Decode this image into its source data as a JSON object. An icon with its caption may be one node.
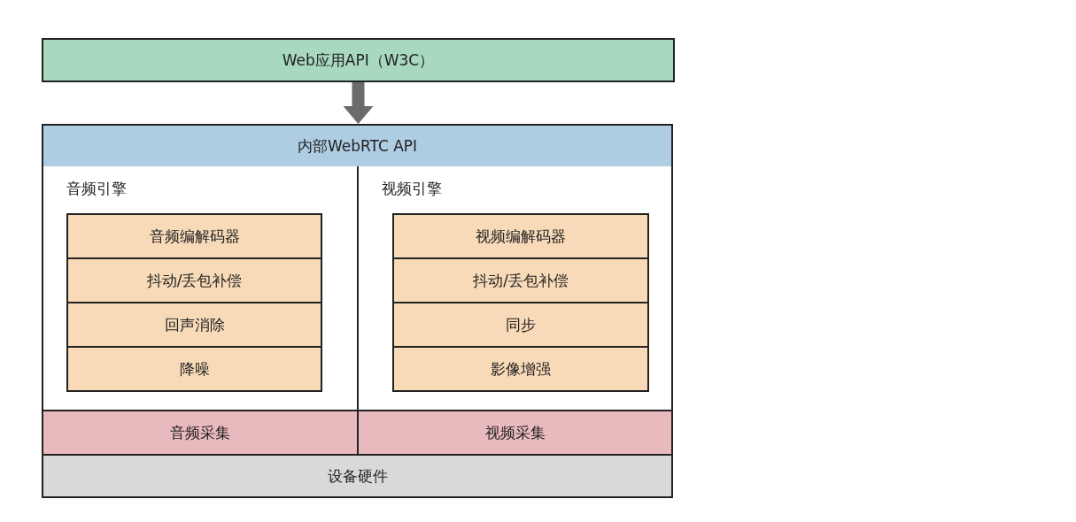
{
  "diagram": {
    "nodes": [
      {
        "text": [
          "Web应用API（W3C）"
        ]
      },
      {
        "text": [],
        "shape": "box"
      },
      {
        "text": [
          "内部WebRTC API"
        ],
        "in": 1
      },
      {
        "text": [
          "音频引擎"
        ],
        "in": 1
      },
      {
        "text": [
          "音频编解码器"
        ],
        "in": 3
      },
      {
        "text": [
          "抖动/丢包补偿"
        ],
        "in": 3
      },
      {
        "text": [
          "回声消除"
        ],
        "in": 3
      },
      {
        "text": [
          "降噪"
        ],
        "in": 3
      },
      {
        "text": [
          "视频引擎"
        ],
        "in": 1
      },
      {
        "text": [
          "视频编解码器"
        ],
        "in": 8
      },
      {
        "text": [
          "抖动/丢包补偿"
        ],
        "in": 8
      },
      {
        "text": [
          "同步"
        ],
        "in": 8
      },
      {
        "text": [
          "影像增强"
        ],
        "in": 8
      },
      {
        "text": [
          "音频采集"
        ],
        "in": 1
      },
      {
        "text": [
          "视频采集"
        ],
        "in": 1
      },
      {
        "text": [
          "设备硬件"
        ],
        "in": 1
      }
    ],
    "edges": [
      {
        "from": 0,
        "to": 2,
        "arrow": "to",
        "color": "#6b6b6b"
      }
    ]
  }
}
